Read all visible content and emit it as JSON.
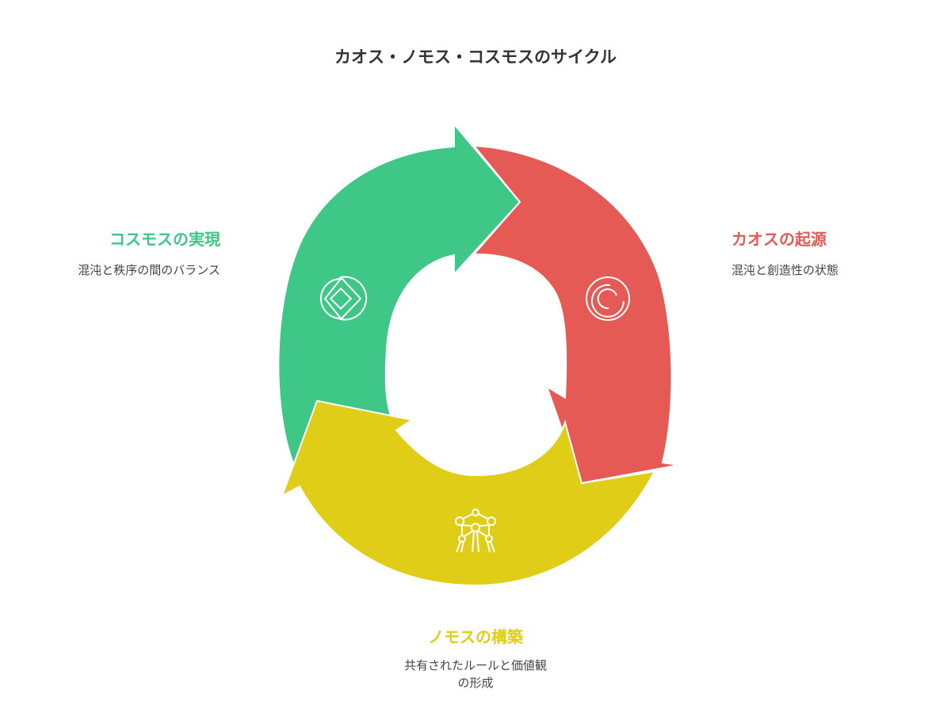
{
  "title": "カオス・ノモス・コスモスのサイクル",
  "colors": {
    "green": "#3EC787",
    "red": "#E55A55",
    "yellow": "#DFCD18"
  },
  "stages": [
    {
      "title": "カオスの起源",
      "description": "混沌と創造性の状態",
      "icon": "concentric-arcs-icon"
    },
    {
      "title": "ノモスの構築",
      "description_line1": "共有されたルールと価値観",
      "description_line2": "の形成",
      "icon": "atomium-icon"
    },
    {
      "title": "コスモスの実現",
      "description": "混沌と秩序の間のバランス",
      "icon": "nested-diamonds-icon"
    }
  ]
}
